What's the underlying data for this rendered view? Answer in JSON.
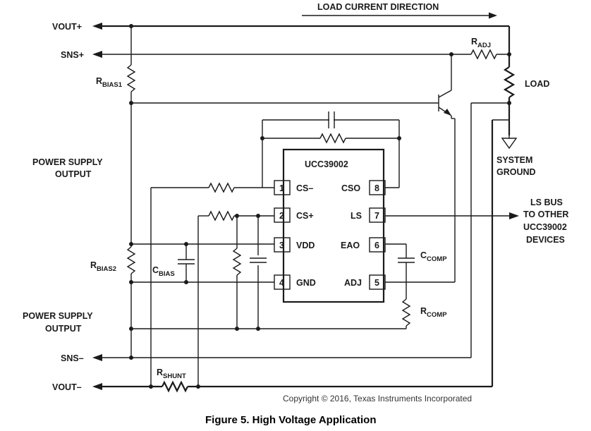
{
  "labels": {
    "load_current_direction": "LOAD CURRENT DIRECTION",
    "vout_plus": "VOUT+",
    "sns_plus": "SNS+",
    "sns_minus": "SNS–",
    "vout_minus": "VOUT–",
    "power_supply_output_1_line1": "POWER SUPPLY",
    "power_supply_output_1_line2": "OUTPUT",
    "power_supply_output_2_line1": "POWER SUPPLY",
    "power_supply_output_2_line2": "OUTPUT",
    "load": "LOAD",
    "system_ground_line1": "SYSTEM",
    "system_ground_line2": "GROUND",
    "ls_bus_line1": "LS BUS",
    "ls_bus_line2": "TO OTHER",
    "ls_bus_line3": "UCC39002",
    "ls_bus_line4": "DEVICES"
  },
  "components": {
    "r_adj": {
      "main": "R",
      "sub": "ADJ"
    },
    "r_bias1": {
      "main": "R",
      "sub": "BIAS1"
    },
    "r_bias2": {
      "main": "R",
      "sub": "BIAS2"
    },
    "c_bias": {
      "main": "C",
      "sub": "BIAS"
    },
    "c_comp": {
      "main": "C",
      "sub": "COMP"
    },
    "r_comp": {
      "main": "R",
      "sub": "COMP"
    },
    "r_shunt": {
      "main": "R",
      "sub": "SHUNT"
    }
  },
  "ic": {
    "name": "UCC39002",
    "left_pins": [
      {
        "num": "1",
        "name": "CS–"
      },
      {
        "num": "2",
        "name": "CS+"
      },
      {
        "num": "3",
        "name": "VDD"
      },
      {
        "num": "4",
        "name": "GND"
      }
    ],
    "right_pins": [
      {
        "num": "8",
        "name": "CSO"
      },
      {
        "num": "7",
        "name": "LS"
      },
      {
        "num": "6",
        "name": "EAO"
      },
      {
        "num": "5",
        "name": "ADJ"
      }
    ]
  },
  "copyright": "Copyright © 2016, Texas Instruments Incorporated",
  "caption": "Figure 5.  High Voltage Application"
}
